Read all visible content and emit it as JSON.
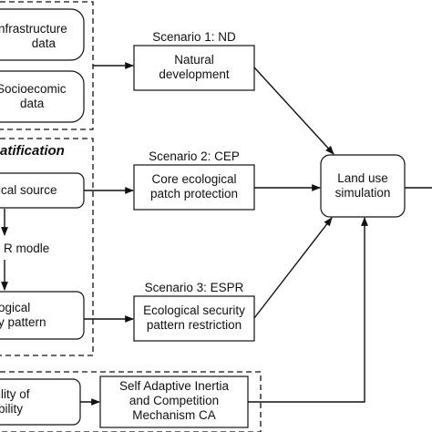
{
  "group_top": {
    "items": [
      {
        "lines": [
          "nfrastructure",
          "data"
        ]
      },
      {
        "lines": [
          "Socioecomic",
          "data"
        ]
      }
    ]
  },
  "group_mid": {
    "title": "atification",
    "source_label": "ical source",
    "model_label": "R modle",
    "pattern_lines": [
      "ogical",
      "y pattern"
    ]
  },
  "group_bottom": {
    "left_lines": [
      "ility of",
      "bility"
    ],
    "ca_lines": [
      "Self Adaptive Inertia",
      "and Competition",
      "Mechanism CA"
    ]
  },
  "scenarios": [
    {
      "title": "Scenario 1: ND",
      "lines": [
        "Natural",
        "development"
      ]
    },
    {
      "title": "Scenario 2: CEP",
      "lines": [
        "Core ecological",
        "patch protection"
      ]
    },
    {
      "title": "Scenario 3: ESPR",
      "lines": [
        "Ecological security",
        "pattern restriction"
      ]
    }
  ],
  "simulation": {
    "lines": [
      "Land use",
      "simulation"
    ]
  }
}
